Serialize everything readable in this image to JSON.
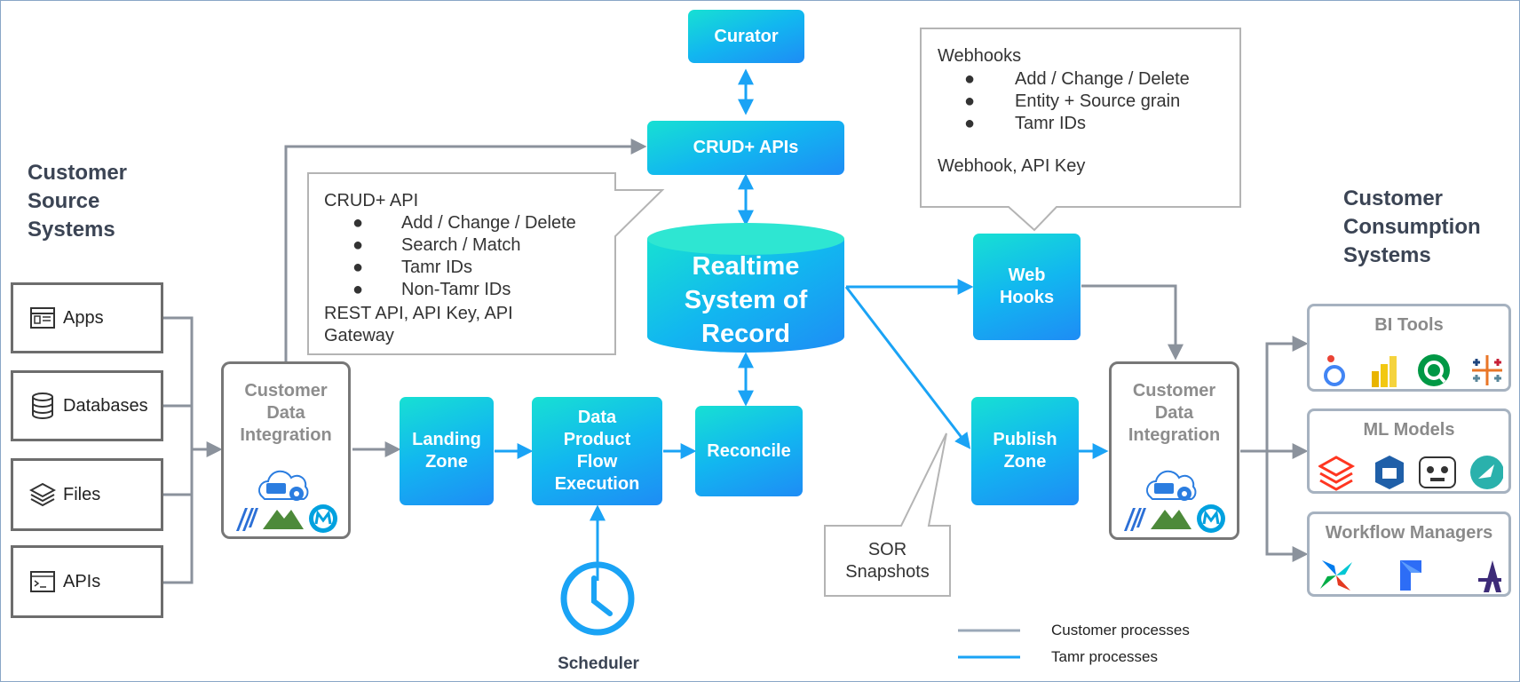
{
  "source_systems": {
    "title_lines": [
      "Customer",
      "Source",
      "Systems"
    ],
    "items": [
      {
        "label": "Apps",
        "icon": "app-window-icon"
      },
      {
        "label": "Databases",
        "icon": "database-icon"
      },
      {
        "label": "Files",
        "icon": "layers-icon"
      },
      {
        "label": "APIs",
        "icon": "terminal-icon"
      }
    ]
  },
  "consumption_systems": {
    "title_lines": [
      "Customer",
      "Consumption",
      "Systems"
    ],
    "groups": [
      {
        "title": "BI Tools",
        "logos": [
          "looker-icon",
          "power-bi-icon",
          "qlik-icon",
          "tableau-icon"
        ]
      },
      {
        "title": "ML Models",
        "logos": [
          "databricks-icon",
          "sagemaker-icon",
          "datarobot-icon",
          "dataiku-icon"
        ]
      },
      {
        "title": "Workflow Managers",
        "logos": [
          "airflow-icon",
          "prefect-icon",
          "astronomer-icon"
        ]
      }
    ]
  },
  "integration_left": {
    "title_lines": [
      "Customer",
      "Data",
      "Integration"
    ]
  },
  "integration_right": {
    "title_lines": [
      "Customer",
      "Data",
      "Integration"
    ]
  },
  "nodes": {
    "curator": "Curator",
    "crud_apis": "CRUD+ APIs",
    "sor_lines": [
      "Realtime",
      "System of",
      "Record"
    ],
    "landing_lines": [
      "Landing",
      "Zone"
    ],
    "dpfe_lines": [
      "Data",
      "Product",
      "Flow",
      "Execution"
    ],
    "reconcile": "Reconcile",
    "webhooks_lines": [
      "Web",
      "Hooks"
    ],
    "publish_lines": [
      "Publish",
      "Zone"
    ],
    "scheduler": "Scheduler"
  },
  "crud_callout": {
    "title": "CRUD+ API",
    "bullets": [
      "Add / Change / Delete",
      "Search / Match",
      "Tamr IDs",
      "Non-Tamr IDs"
    ],
    "footer_lines": [
      "REST API, API Key, API",
      "Gateway"
    ]
  },
  "webhook_callout": {
    "title": "Webhooks",
    "bullets": [
      "Add / Change / Delete",
      "Entity + Source grain",
      "Tamr IDs"
    ],
    "footer": "Webhook, API Key"
  },
  "sor_snapshot_callout": {
    "lines": [
      "SOR",
      "Snapshots"
    ]
  },
  "legend": {
    "items": [
      {
        "label": "Customer processes",
        "color": "#9ba8b8"
      },
      {
        "label": "Tamr processes",
        "color": "#1aa3f5"
      }
    ]
  },
  "colors": {
    "tamr_blue": "#1aa3f5",
    "customer_gray": "#8b929c"
  }
}
